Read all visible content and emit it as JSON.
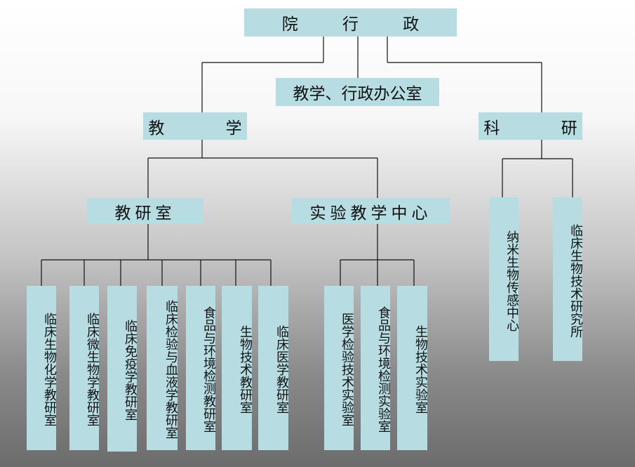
{
  "nodes": {
    "root": "院 行 政",
    "office": "教学、行政办公室",
    "teaching": "教 学",
    "research": "科 研",
    "dept_section": "教研室",
    "lab_center": "实验教学中心",
    "departments": [
      "临床生物化学教研室",
      "临床微生物学教研室",
      "临床免疫学教研室",
      "临床检验与血液学教研室",
      "食品与环境检测教研室",
      "生物技术教研室",
      "临床医学教研室"
    ],
    "labs": [
      "医学检验技术实验室",
      "食品与环境检测实验室",
      "生物技术实验室"
    ],
    "research_centers": [
      "纳米生物传感中心",
      "临床生物技术研究所"
    ]
  },
  "colors": {
    "box_fill": "#b7dde3",
    "line": "#111111"
  }
}
